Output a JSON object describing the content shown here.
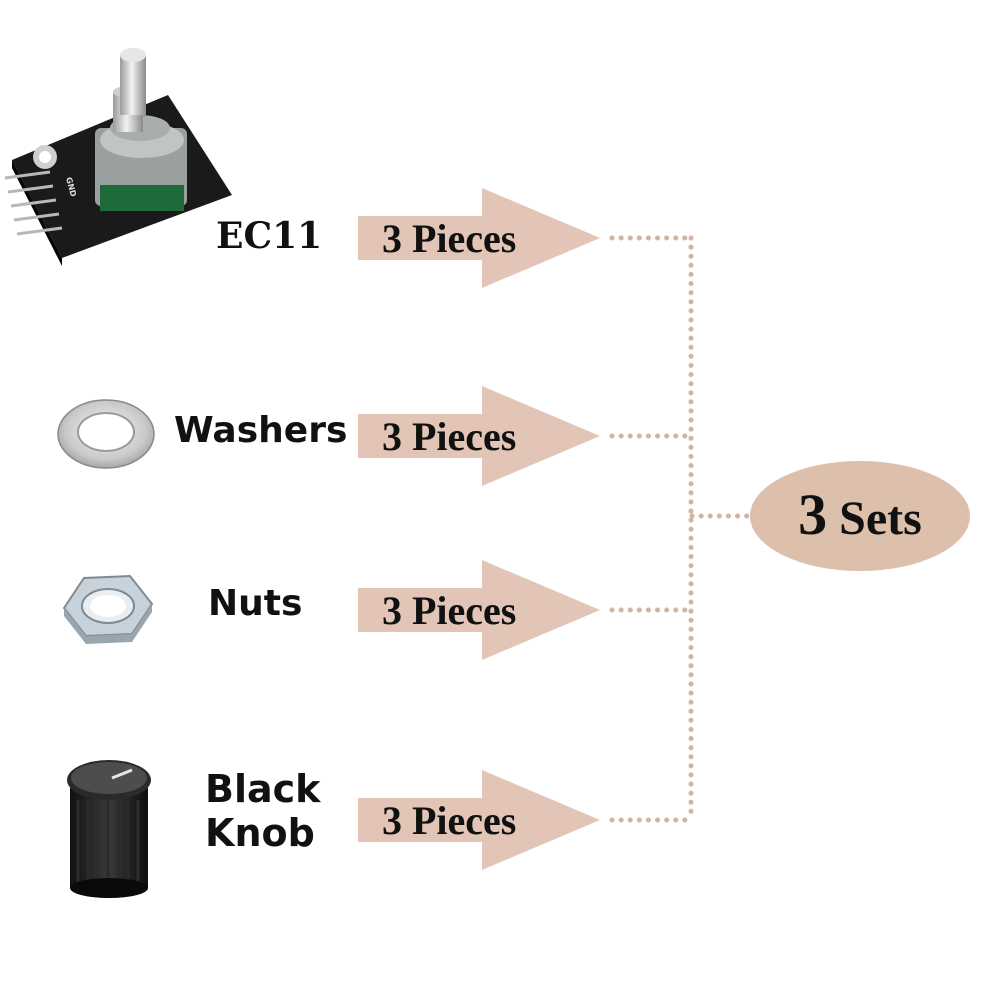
{
  "items": [
    {
      "name": "EC11",
      "qty": "3 Pieces",
      "icon": "rotary-encoder-module"
    },
    {
      "name": "Washers",
      "qty": "3 Pieces",
      "icon": "washer"
    },
    {
      "name": "Nuts",
      "qty": "3 Pieces",
      "icon": "hex-nut"
    },
    {
      "name": "Black\nKnob",
      "qty": "3 Pieces",
      "icon": "black-knob"
    }
  ],
  "total": {
    "number": "3",
    "unit": "Sets"
  },
  "colors": {
    "arrow": "#e2c5b6",
    "dots": "#d4b3a2",
    "ellipse": "#dcc0ac",
    "text": "#111111"
  }
}
